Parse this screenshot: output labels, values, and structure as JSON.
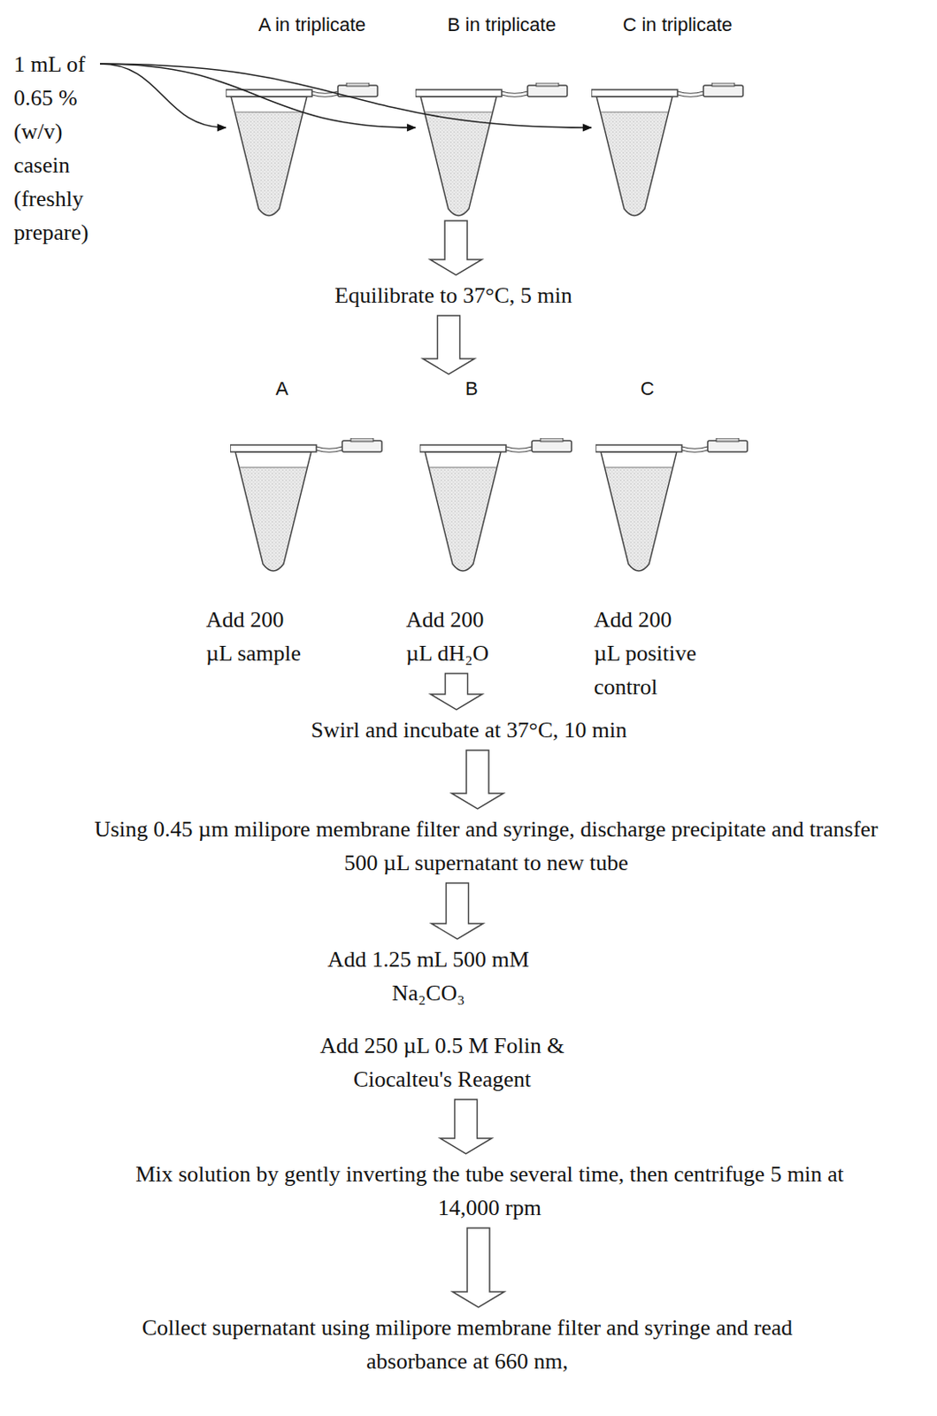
{
  "diagram": {
    "nodes": [
      {
        "text": [
          "1 mL of 0.65 % (w/v) casein (freshly prepare)"
        ]
      },
      {
        "text": [
          "A in triplicate"
        ]
      },
      {
        "text": [
          "B in triplicate"
        ]
      },
      {
        "text": [
          "C in triplicate"
        ]
      },
      {
        "text": [
          "Equilibrate to 37°C, 5 min"
        ]
      },
      {
        "text": [
          "A",
          "Add 200 µL sample"
        ]
      },
      {
        "text": [
          "B",
          "Add 200 µL dH₂O"
        ]
      },
      {
        "text": [
          "C",
          "Add 200 µL positive control"
        ]
      },
      {
        "text": [
          "Swirl and incubate at 37°C, 10 min"
        ]
      },
      {
        "text": [
          "Using 0.45 µm milipore membrane filter and syringe, discharge precipitate and transfer 500 µL supernatant to new tube"
        ]
      },
      {
        "text": [
          "Add 1.25 mL 500 mM Na₂CO₃"
        ]
      },
      {
        "text": [
          "Add 250 µL 0.5 M Folin & Ciocalteu's Reagent"
        ]
      },
      {
        "text": [
          "Mix solution by gently inverting the tube several time, then centrifuge 5 min at 14,000 rpm"
        ]
      },
      {
        "text": [
          "Collect supernatant using milipore membrane filter and syringe and read absorbance at 660 nm,"
        ]
      }
    ],
    "edges": [
      {
        "from": 0,
        "to": 1,
        "arrow": "to"
      },
      {
        "from": 0,
        "to": 2,
        "arrow": "to"
      },
      {
        "from": 0,
        "to": 3,
        "arrow": "to"
      },
      {
        "from": 2,
        "to": 4,
        "arrow": "to"
      },
      {
        "from": 4,
        "to": 6,
        "arrow": "to"
      },
      {
        "from": 6,
        "to": 8,
        "arrow": "to"
      },
      {
        "from": 8,
        "to": 9,
        "arrow": "to"
      },
      {
        "from": 9,
        "to": 10,
        "arrow": "to"
      },
      {
        "from": 11,
        "to": 12,
        "arrow": "to"
      },
      {
        "from": 12,
        "to": 13,
        "arrow": "to"
      }
    ]
  }
}
